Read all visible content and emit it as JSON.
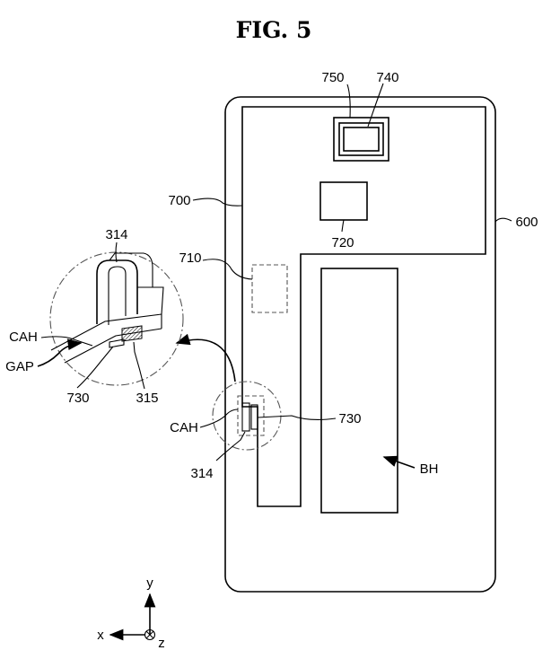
{
  "figure": {
    "title": "FIG. 5"
  },
  "labels": {
    "l750": "750",
    "l740": "740",
    "l700": "700",
    "l720": "720",
    "l600": "600",
    "l710": "710",
    "l314_top": "314",
    "lcah_left": "CAH",
    "lgap": "GAP",
    "l730_left": "730",
    "l315": "315",
    "lcah_right": "CAH",
    "l730_right": "730",
    "l314_bottom": "314",
    "lbh": "BH"
  },
  "axes": {
    "y": "y",
    "x": "x",
    "z": "z"
  }
}
